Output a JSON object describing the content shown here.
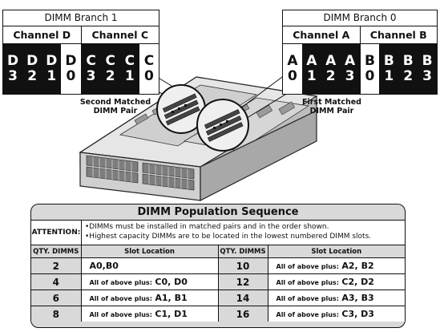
{
  "branch1": {
    "title": "DIMM Branch 1",
    "channels": [
      "Channel D",
      "Channel C"
    ],
    "slots": [
      {
        "letter": "D",
        "num": "3",
        "style": "dark"
      },
      {
        "letter": "D",
        "num": "2",
        "style": "dark"
      },
      {
        "letter": "D",
        "num": "1",
        "style": "dark"
      },
      {
        "letter": "D",
        "num": "0",
        "style": "light"
      },
      {
        "letter": "C",
        "num": "3",
        "style": "dark"
      },
      {
        "letter": "C",
        "num": "2",
        "style": "dark"
      },
      {
        "letter": "C",
        "num": "1",
        "style": "dark"
      },
      {
        "letter": "C",
        "num": "0",
        "style": "light"
      }
    ]
  },
  "branch0": {
    "title": "DIMM Branch 0",
    "channels": [
      "Channel A",
      "Channel B"
    ],
    "slots": [
      {
        "letter": "A",
        "num": "0",
        "style": "light"
      },
      {
        "letter": "A",
        "num": "1",
        "style": "dark"
      },
      {
        "letter": "A",
        "num": "2",
        "style": "dark"
      },
      {
        "letter": "A",
        "num": "3",
        "style": "dark"
      },
      {
        "letter": "B",
        "num": "0",
        "style": "light"
      },
      {
        "letter": "B",
        "num": "1",
        "style": "dark"
      },
      {
        "letter": "B",
        "num": "2",
        "style": "dark"
      },
      {
        "letter": "B",
        "num": "3",
        "style": "dark"
      }
    ]
  },
  "callouts": {
    "second_pair": "Second Matched DIMM Pair",
    "first_pair": "First Matched DIMM Pair"
  },
  "table": {
    "title": "DIMM Population Sequence",
    "attention_label": "ATTENTION:",
    "attention_notes": [
      "•DIMMs must be installed in matched pairs and in the order shown.",
      "•Highest capacity DIMMs are to be located in the lowest numbered DIMM slots."
    ],
    "headers": [
      "QTY. DIMMS",
      "Slot Location",
      "QTY. DIMMS",
      "Slot Location"
    ],
    "rows": [
      {
        "qty_left": "2",
        "loc_left_prefix": "",
        "loc_left_slots": "A0,B0",
        "qty_right": "10",
        "loc_right_prefix": "All of above plus:",
        "loc_right_slots": "A2, B2"
      },
      {
        "qty_left": "4",
        "loc_left_prefix": "All of above plus:",
        "loc_left_slots": "C0, D0",
        "qty_right": "12",
        "loc_right_prefix": "All of above plus:",
        "loc_right_slots": "C2, D2"
      },
      {
        "qty_left": "6",
        "loc_left_prefix": "All of above plus:",
        "loc_left_slots": "A1, B1",
        "qty_right": "14",
        "loc_right_prefix": "All of above plus:",
        "loc_right_slots": "A3, B3"
      },
      {
        "qty_left": "8",
        "loc_left_prefix": "All of above plus:",
        "loc_left_slots": "C1, D1",
        "qty_right": "16",
        "loc_right_prefix": "All of above plus:",
        "loc_right_slots": "C3, D3"
      }
    ]
  }
}
